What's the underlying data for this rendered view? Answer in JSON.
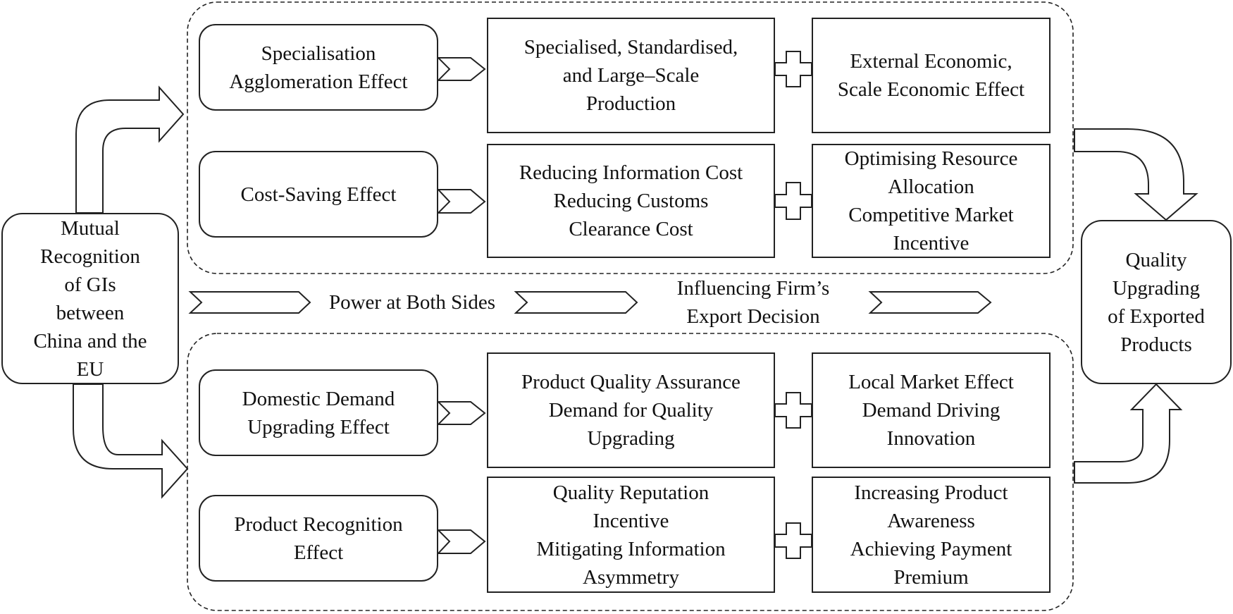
{
  "source": {
    "label": "Mutual\nRecognition\nof GIs\nbetween\nChina and the\nEU"
  },
  "target": {
    "label": "Quality\nUpgrading\nof Exported\nProducts"
  },
  "top_group": {
    "rows": [
      {
        "effect": "Specialisation\nAgglomeration Effect",
        "mechanism": "Specialised, Standardised,\nand Large–Scale\nProduction",
        "outcome": "External Economic,\nScale Economic Effect"
      },
      {
        "effect": "Cost-Saving Effect",
        "mechanism": "Reducing Information Cost\nReducing Customs\nClearance Cost",
        "outcome": "Optimising Resource\nAllocation\nCompetitive Market\nIncentive"
      }
    ]
  },
  "bottom_group": {
    "rows": [
      {
        "effect": "Domestic Demand\nUpgrading Effect",
        "mechanism": "Product Quality Assurance\nDemand for Quality\nUpgrading",
        "outcome": "Local Market Effect\nDemand Driving\nInnovation"
      },
      {
        "effect": "Product Recognition\nEffect",
        "mechanism": "Quality Reputation\nIncentive\nMitigating Information\nAsymmetry",
        "outcome": "Increasing Product\nAwareness\nAchieving Payment\nPremium"
      }
    ]
  },
  "middle_band": {
    "left_label": "Power at Both Sides",
    "right_label": "Influencing Firm’s\nExport Decision"
  }
}
